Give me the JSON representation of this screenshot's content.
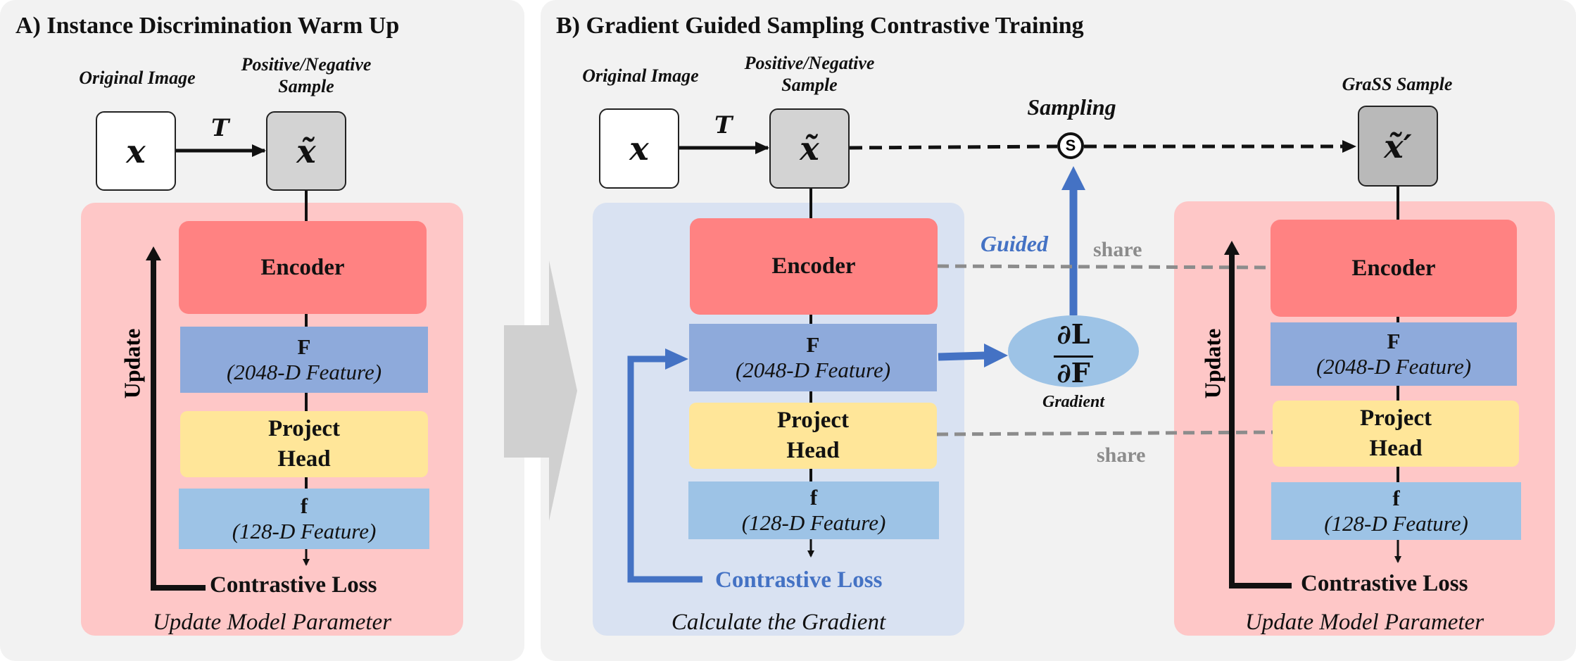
{
  "panel_a": {
    "title": "A) Instance Discrimination Warm Up",
    "original_image_label": "Original Image",
    "pos_neg_label": "Positive/Negative Sample",
    "x_symbol": "x",
    "x_tilde_symbol": "x̃",
    "transform_symbol": "T",
    "encoder_label": "Encoder",
    "feature_symbol": "F",
    "feature_desc": "(2048-D Feature)",
    "project_head_line1": "Project",
    "project_head_line2": "Head",
    "small_feature_symbol": "f",
    "small_feature_desc": "(128-D Feature)",
    "loss_label": "Contrastive Loss",
    "update_label": "Update",
    "zone_label": "Update Model Parameter"
  },
  "panel_b": {
    "title": "B) Gradient Guided Sampling Contrastive Training",
    "original_image_label": "Original Image",
    "pos_neg_label": "Positive/Negative Sample",
    "x_symbol": "x",
    "x_tilde_symbol": "x̃",
    "transform_symbol": "T",
    "sampling_label": "Sampling",
    "sampling_node": "S",
    "grass_label": "GraSS Sample",
    "x_tilde_prime_symbol": "x̃′",
    "guided_label": "Guided",
    "share_top": "share",
    "share_bottom": "share",
    "gradient_numerator": "∂L",
    "gradient_denominator": "∂F",
    "gradient_label": "Gradient",
    "left": {
      "encoder_label": "Encoder",
      "feature_symbol": "F",
      "feature_desc": "(2048-D Feature)",
      "project_head_line1": "Project",
      "project_head_line2": "Head",
      "small_feature_symbol": "f",
      "small_feature_desc": "(128-D Feature)",
      "loss_label": "Contrastive Loss",
      "zone_label": "Calculate the Gradient"
    },
    "right": {
      "encoder_label": "Encoder",
      "feature_symbol": "F",
      "feature_desc": "(2048-D Feature)",
      "project_head_line1": "Project",
      "project_head_line2": "Head",
      "small_feature_symbol": "f",
      "small_feature_desc": "(128-D Feature)",
      "loss_label": "Contrastive Loss",
      "update_label": "Update",
      "zone_label": "Update Model Parameter"
    }
  },
  "colors": {
    "encoder": "#ff8282",
    "feature": "#8eaadb",
    "project_head": "#ffe699",
    "small_feature": "#9dc3e6",
    "gradient_arrow": "#4472c4",
    "update_zone": "#fec7c7",
    "gradient_zone": "#d9e2f2",
    "share_line": "#8c8c8c"
  }
}
